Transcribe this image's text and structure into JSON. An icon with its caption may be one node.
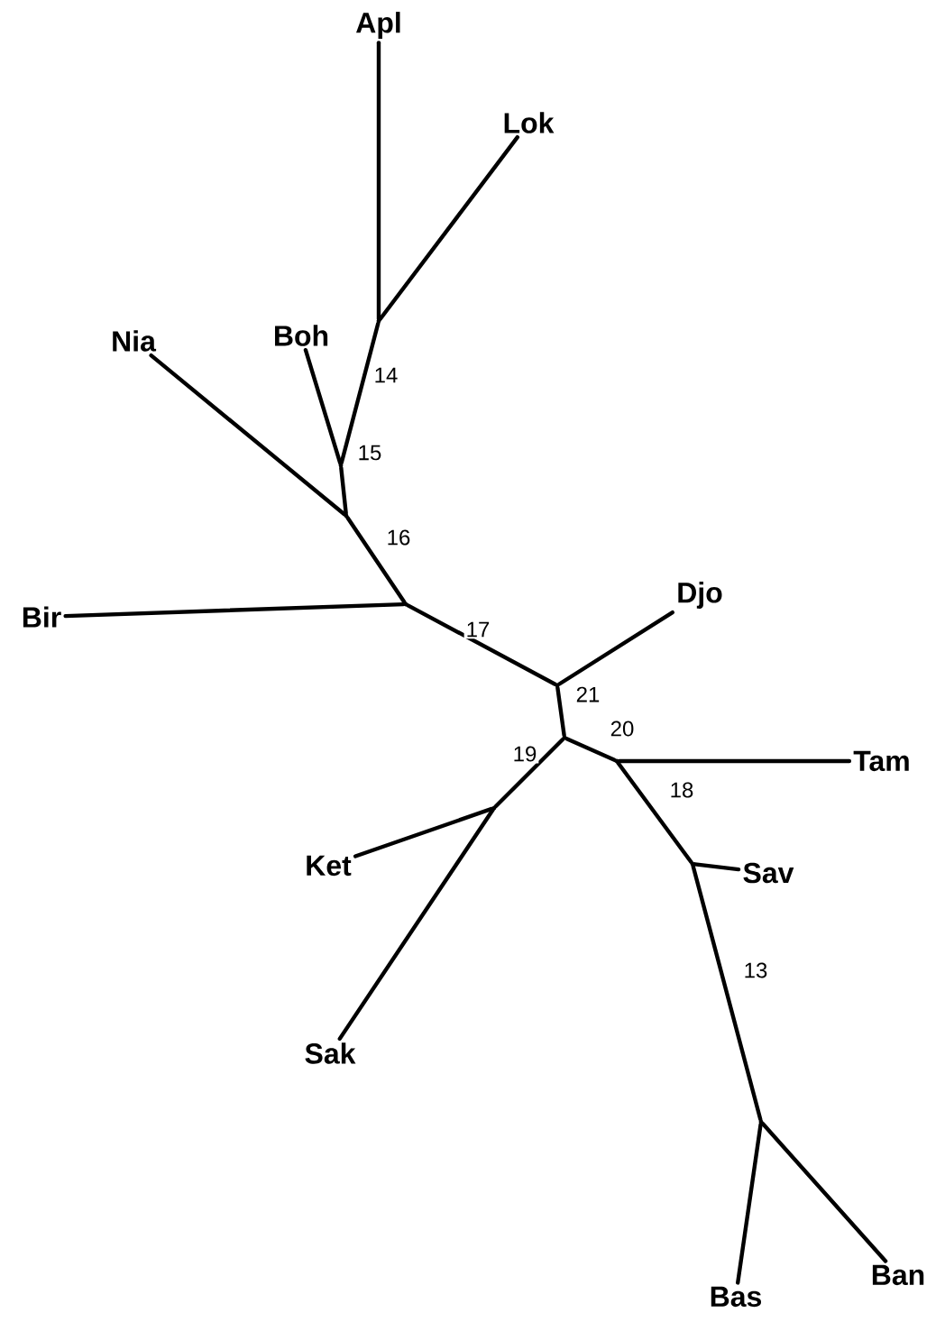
{
  "diagram": {
    "nodes": [
      {
        "text": [
          "Apl"
        ]
      },
      {
        "text": [
          "Lok"
        ]
      },
      {
        "text": [],
        "shape": "point"
      },
      {
        "text": [
          "Boh"
        ]
      },
      {
        "text": [
          "Nia"
        ]
      },
      {
        "text": [],
        "shape": "point"
      },
      {
        "text": [],
        "shape": "point"
      },
      {
        "text": [
          "Bir"
        ]
      },
      {
        "text": [],
        "shape": "point"
      },
      {
        "text": [
          "Djo"
        ]
      },
      {
        "text": [],
        "shape": "point"
      },
      {
        "text": [],
        "shape": "point"
      },
      {
        "text": [],
        "shape": "point"
      },
      {
        "text": [
          "Tam"
        ]
      },
      {
        "text": [],
        "shape": "point"
      },
      {
        "text": [
          "Ket"
        ]
      },
      {
        "text": [],
        "shape": "point"
      },
      {
        "text": [
          "Sav"
        ]
      },
      {
        "text": [
          "Sak"
        ]
      },
      {
        "text": [],
        "shape": "point"
      },
      {
        "text": [
          "Bas"
        ]
      },
      {
        "text": [
          "Ban"
        ]
      }
    ],
    "edges": [
      {
        "from": 2,
        "to": 0,
        "arrow": "none"
      },
      {
        "from": 2,
        "to": 1,
        "arrow": "none"
      },
      {
        "from": 2,
        "to": 5,
        "arrow": "none",
        "label": "14"
      },
      {
        "from": 5,
        "to": 3,
        "arrow": "none"
      },
      {
        "from": 5,
        "to": 6,
        "arrow": "none",
        "label": "15"
      },
      {
        "from": 6,
        "to": 4,
        "arrow": "none"
      },
      {
        "from": 6,
        "to": 8,
        "arrow": "none",
        "label": "16"
      },
      {
        "from": 8,
        "to": 7,
        "arrow": "none"
      },
      {
        "from": 8,
        "to": 10,
        "arrow": "none",
        "label": "17"
      },
      {
        "from": 10,
        "to": 9,
        "arrow": "none"
      },
      {
        "from": 10,
        "to": 11,
        "arrow": "none",
        "label": "21"
      },
      {
        "from": 11,
        "to": 12,
        "arrow": "none",
        "label": "20"
      },
      {
        "from": 11,
        "to": 14,
        "arrow": "none",
        "label": "19"
      },
      {
        "from": 12,
        "to": 13,
        "arrow": "none"
      },
      {
        "from": 12,
        "to": 16,
        "arrow": "none",
        "label": "18"
      },
      {
        "from": 16,
        "to": 17,
        "arrow": "none"
      },
      {
        "from": 16,
        "to": 19,
        "arrow": "none",
        "label": "13"
      },
      {
        "from": 19,
        "to": 20,
        "arrow": "none"
      },
      {
        "from": 19,
        "to": 21,
        "arrow": "none"
      },
      {
        "from": 14,
        "to": 15,
        "arrow": "none"
      },
      {
        "from": 14,
        "to": 18,
        "arrow": "none"
      }
    ]
  }
}
